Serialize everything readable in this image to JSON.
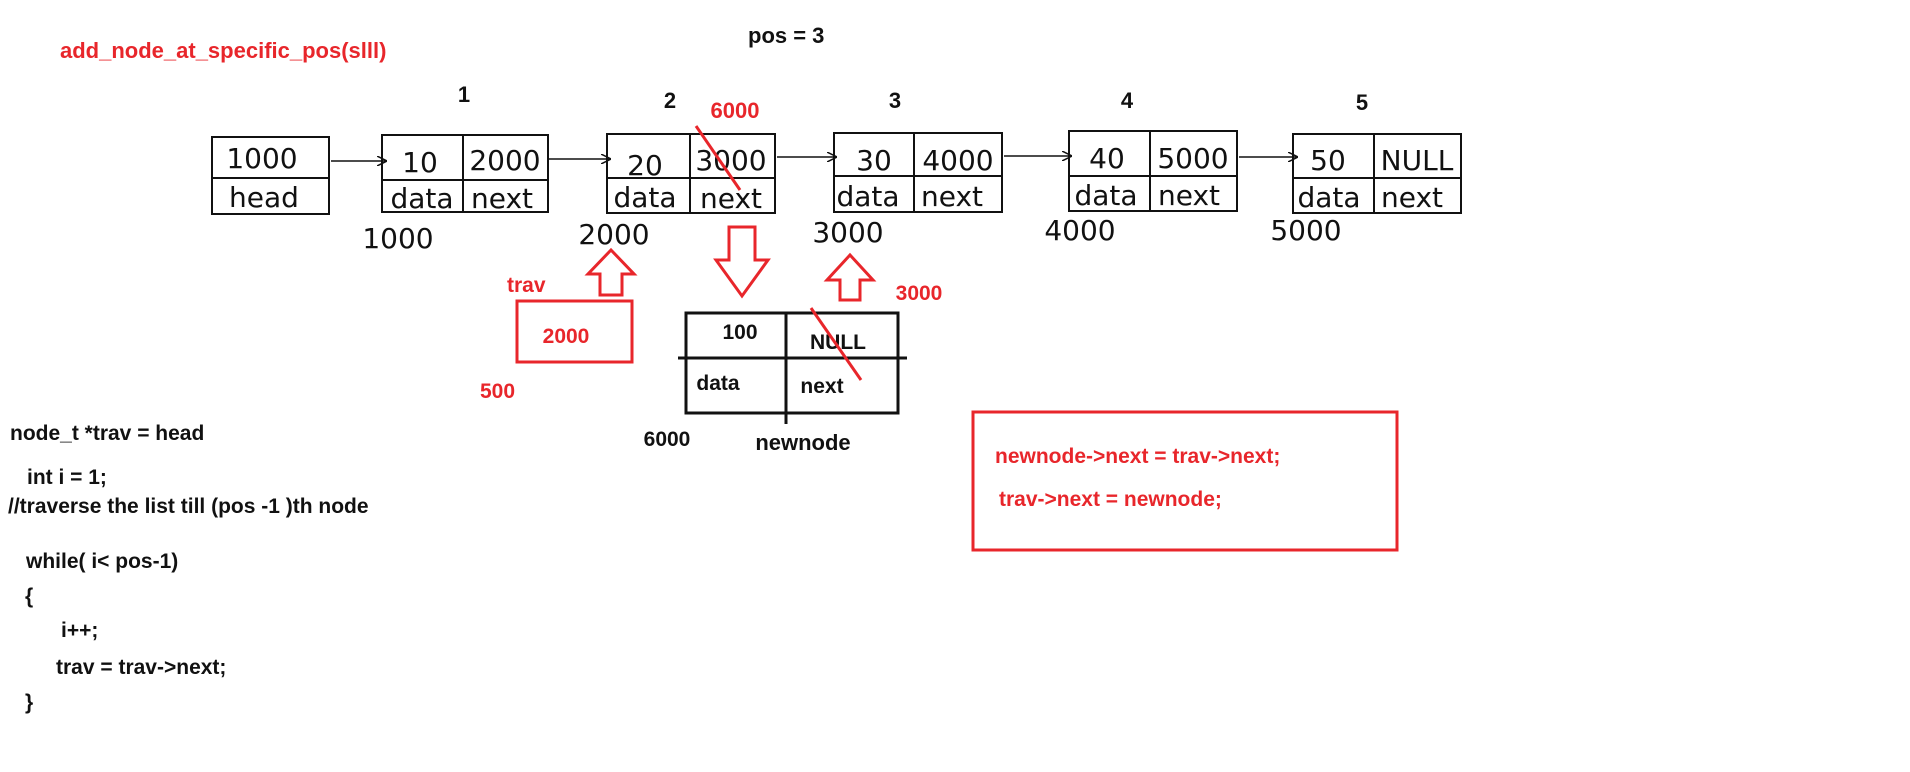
{
  "title": "add_node_at_specific_pos(slll)",
  "pos_label": "pos = 3",
  "head_box": {
    "value": "1000",
    "label": "head"
  },
  "nodes": [
    {
      "index": "1",
      "data": "10",
      "next": "2000",
      "data_label": "data",
      "next_label": "next",
      "address": "1000"
    },
    {
      "index": "2",
      "data": "20",
      "next": "3000",
      "data_label": "data",
      "next_label": "next",
      "address": "2000"
    },
    {
      "index": "3",
      "data": "30",
      "next": "4000",
      "data_label": "data",
      "next_label": "next",
      "address": "3000"
    },
    {
      "index": "4",
      "data": "40",
      "next": "5000",
      "data_label": "data",
      "next_label": "next",
      "address": "4000"
    },
    {
      "index": "5",
      "data": "50",
      "next": "NULL",
      "data_label": "data",
      "next_label": "next",
      "address": "5000"
    }
  ],
  "node2_new_next": "6000",
  "trav": {
    "label": "trav",
    "value": "2000",
    "address": "500"
  },
  "newnode": {
    "data": "100",
    "next": "NULL",
    "data_label": "data",
    "next_label": "next",
    "address": "6000",
    "name": "newnode",
    "new_next": "3000"
  },
  "code": [
    "node_t *trav = head",
    "int i = 1;",
    "//traverse the list till (pos -1 )th node",
    "while(  i< pos-1)",
    "{",
    "i++;",
    "trav = trav->next;",
    "}"
  ],
  "statements": [
    "newnode->next = trav->next;",
    "trav->next = newnode;"
  ],
  "colors": {
    "accent": "#e8262b",
    "ink": "#111111"
  }
}
